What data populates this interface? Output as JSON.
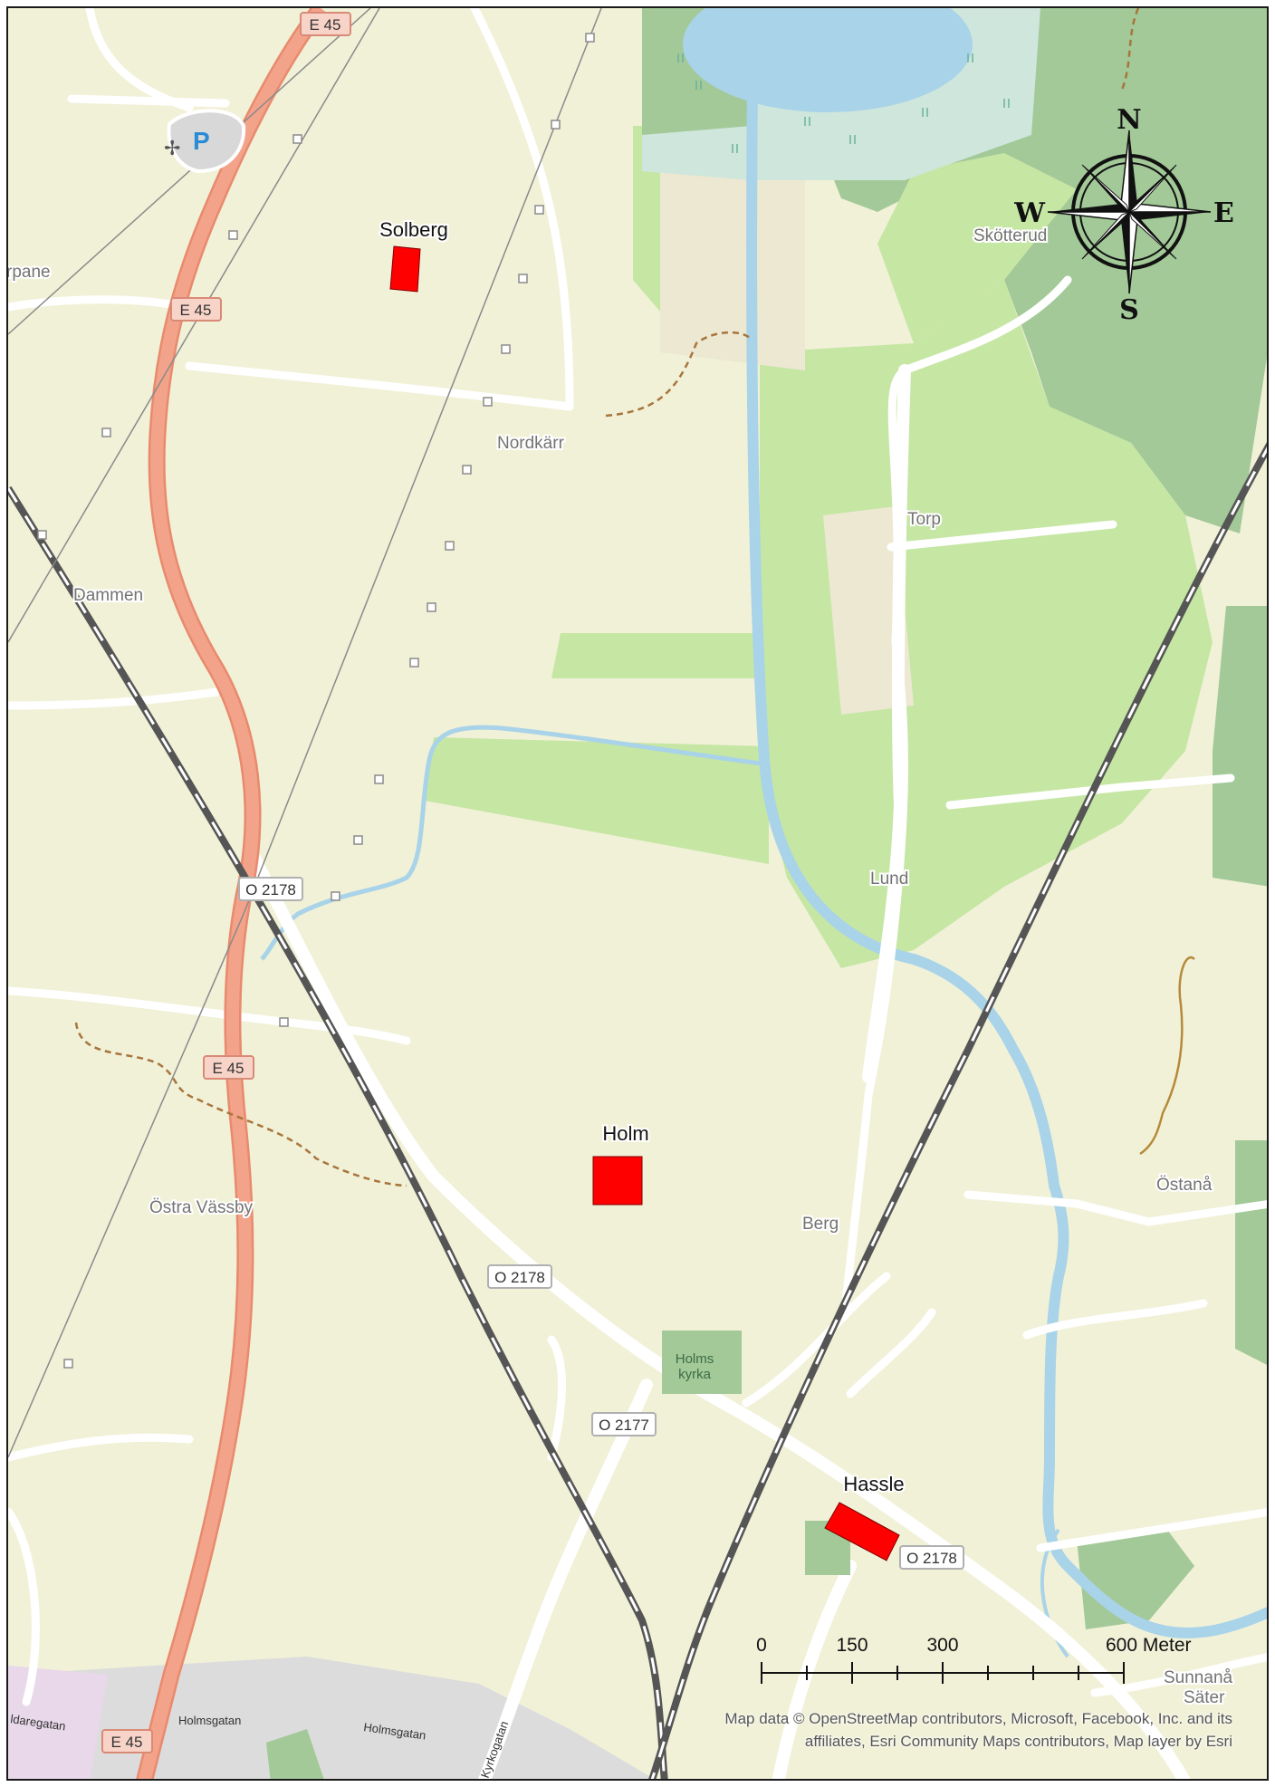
{
  "colors": {
    "land": "#f1f1d8",
    "field": "#c6e6a4",
    "forest": "#a3c998",
    "water": "#a8d3e8",
    "wetland": "#cfe6dc",
    "motorway": "#f3a38a",
    "road": "#ffffff",
    "site": "#ff0000",
    "urban": "#dcdcdc"
  },
  "sites": [
    {
      "name": "Solberg"
    },
    {
      "name": "Holm"
    },
    {
      "name": "Hassle"
    }
  ],
  "places": {
    "torpane": "rpane",
    "dammen": "Dammen",
    "nordkarr": "Nordkärr",
    "skotterud": "Skötterud",
    "torp": "Torp",
    "lund": "Lund",
    "berg": "Berg",
    "ostana": "Östanå",
    "ostra_vassby": "Östra Vässby",
    "sunnana": "Sunnanå",
    "sater": "Säter",
    "holms_kyrka_1": "Holms",
    "holms_kyrka_2": "kyrka"
  },
  "road_shields": {
    "e45_1": "E 45",
    "e45_2": "E 45",
    "e45_3": "E 45",
    "e45_4": "E 45",
    "o2178_1": "O 2178",
    "o2178_2": "O 2178",
    "o2178_3": "O 2178",
    "o2177": "O 2177"
  },
  "streets": {
    "holmsgatan_1": "Holmsgatan",
    "holmsgatan_2": "Holmsgatan",
    "daregatan": "ldaregatan",
    "kyrkogatan": "Kyrkogatan"
  },
  "parking_label": "P",
  "compass": {
    "n": "N",
    "e": "E",
    "s": "S",
    "w": "W"
  },
  "scale_bar": {
    "ticks": [
      "0",
      "150",
      "300",
      "600 Meter"
    ]
  },
  "attribution": {
    "line1": "Map data © OpenStreetMap contributors, Microsoft, Facebook, Inc. and its",
    "line2": "affiliates, Esri Community Maps contributors, Map layer by Esri"
  }
}
